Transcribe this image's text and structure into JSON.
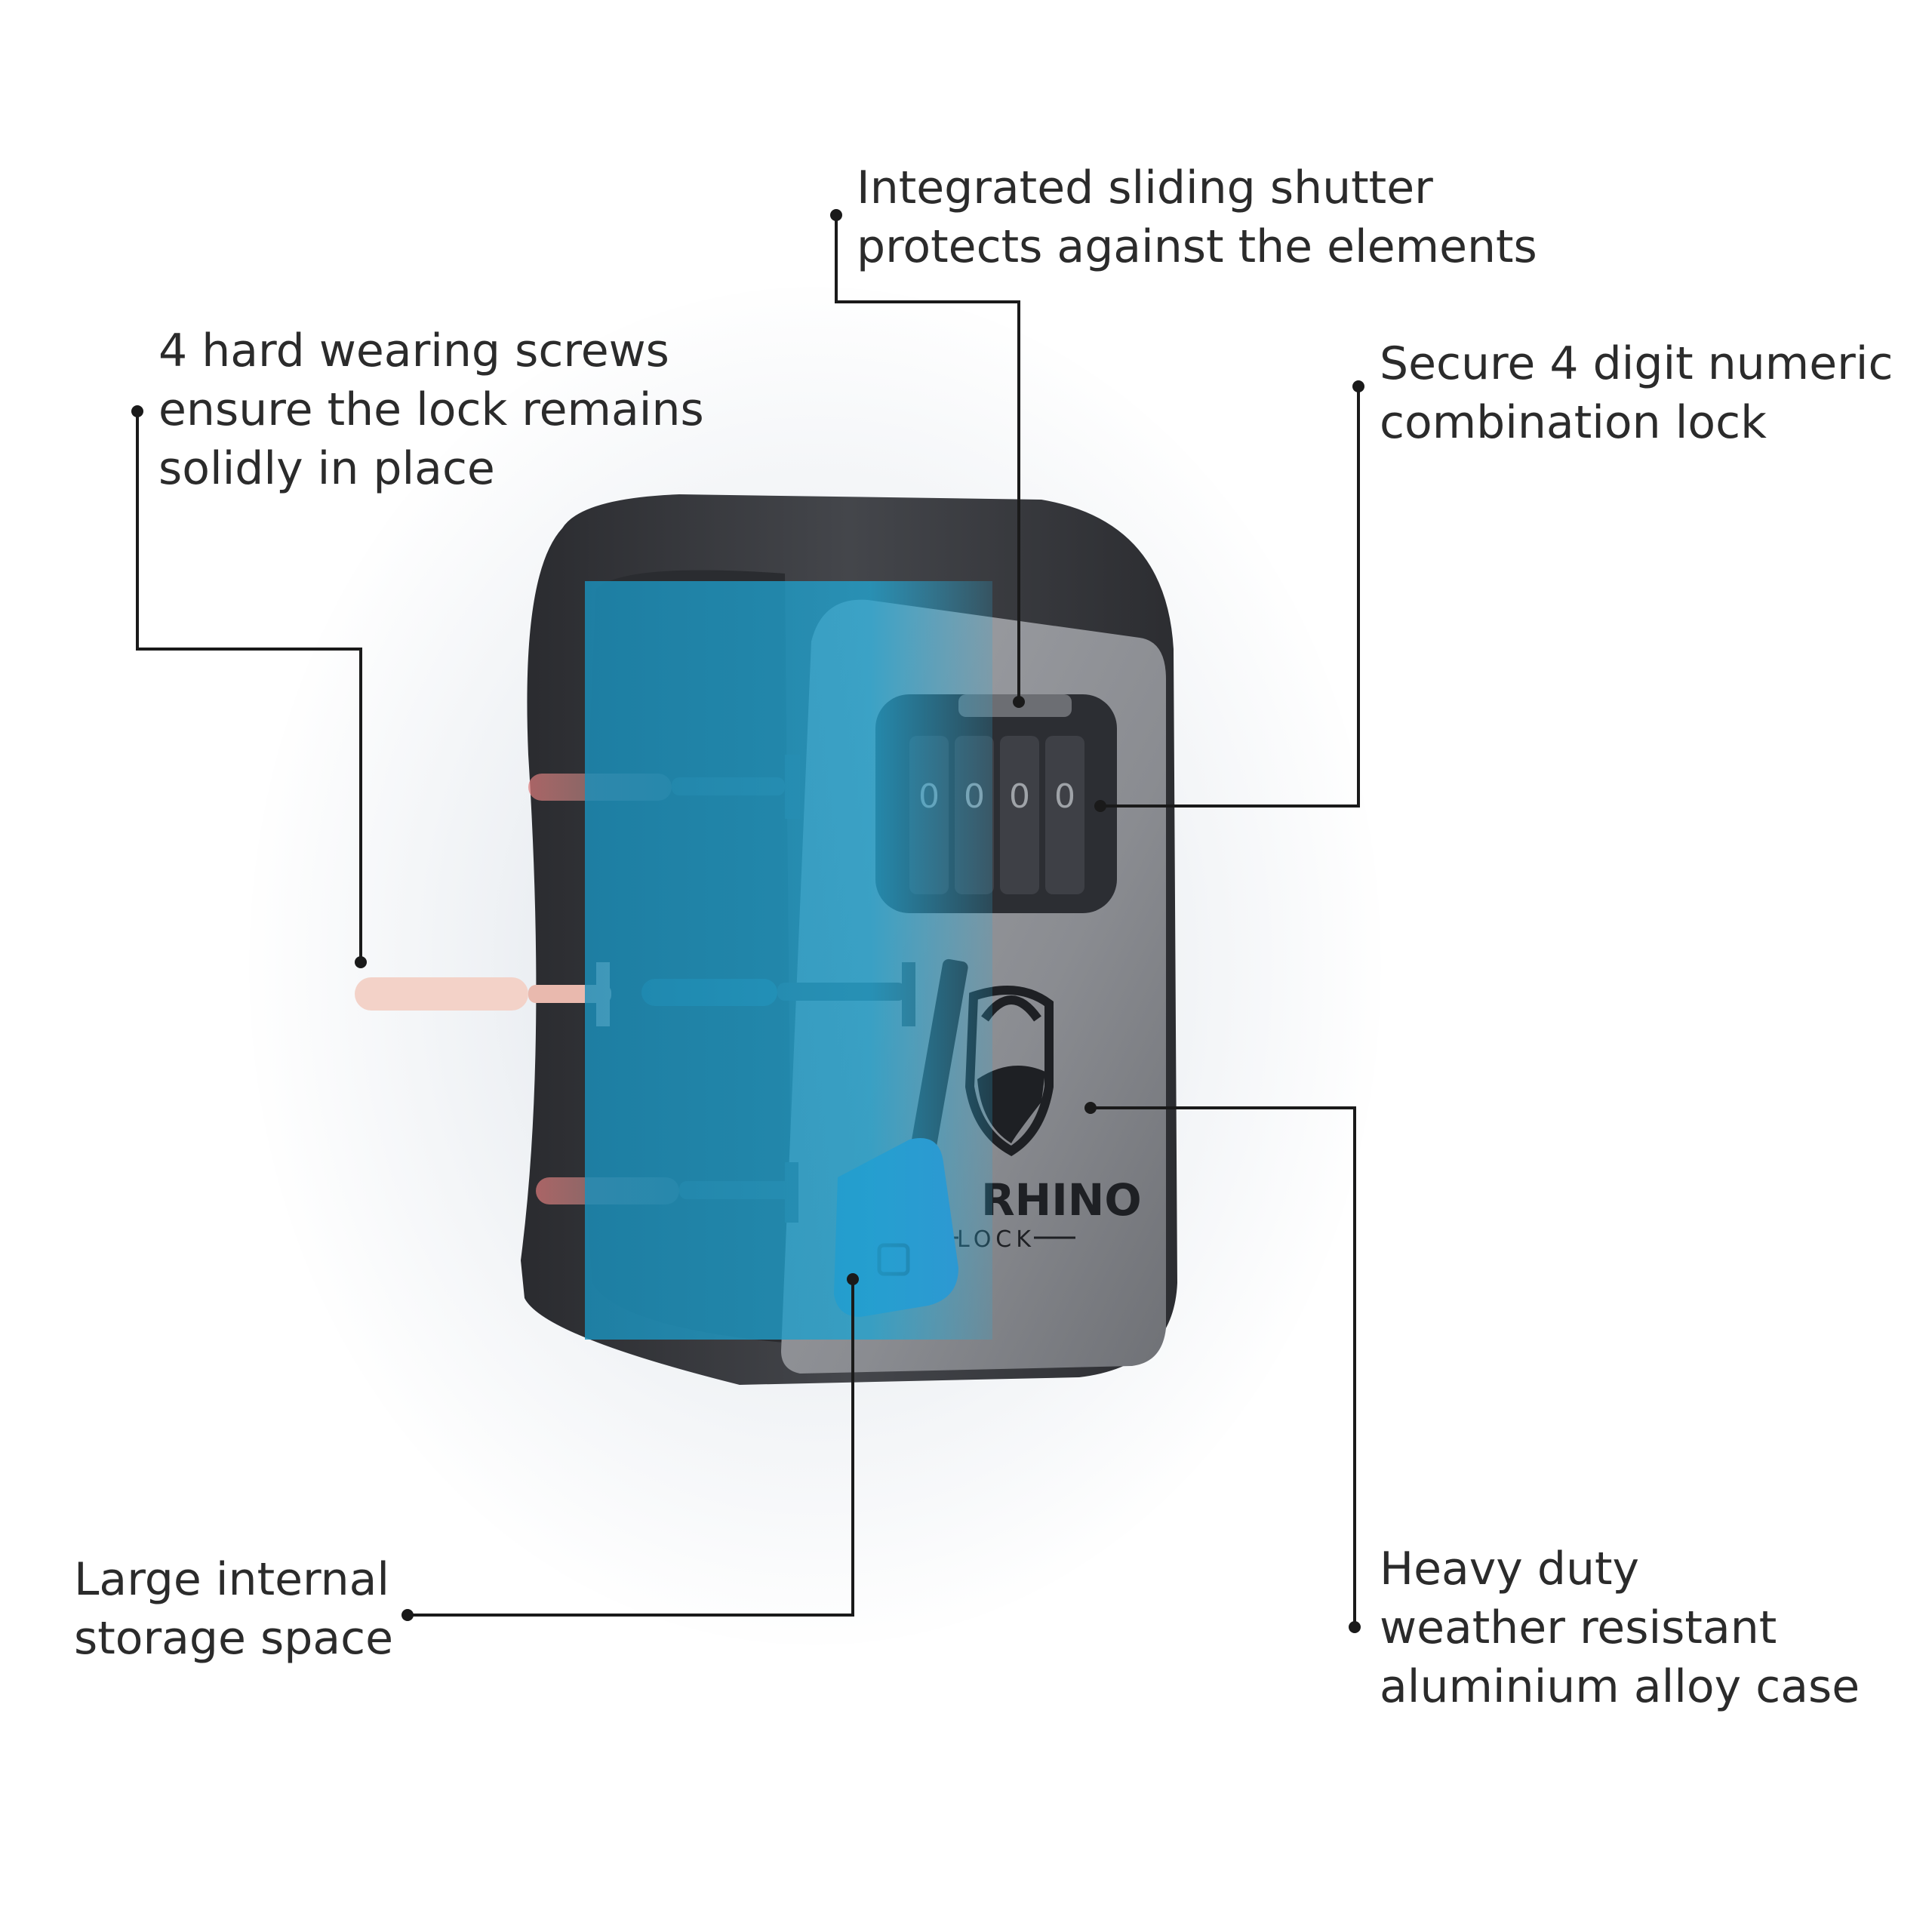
{
  "callouts": {
    "shutter": [
      "Integrated sliding shutter",
      "protects against the elements"
    ],
    "screws": [
      "4 hard wearing screws",
      "ensure the lock remains",
      "solidly in place"
    ],
    "combination": [
      "Secure 4 digit numeric",
      "combination lock"
    ],
    "storage": [
      "Large internal",
      "storage space"
    ],
    "case": [
      "Heavy duty",
      "weather resistant",
      "aluminium alloy case"
    ]
  },
  "brand": {
    "name": "RHINO",
    "sub": "LOCK"
  },
  "dials": [
    "0",
    "0",
    "0",
    "0"
  ],
  "colors": {
    "cutaway": "#1f94bd",
    "body": "#3d3f44",
    "face": "#8f9196",
    "leader": "#1a1a1a",
    "key": "#2f8fd0"
  }
}
